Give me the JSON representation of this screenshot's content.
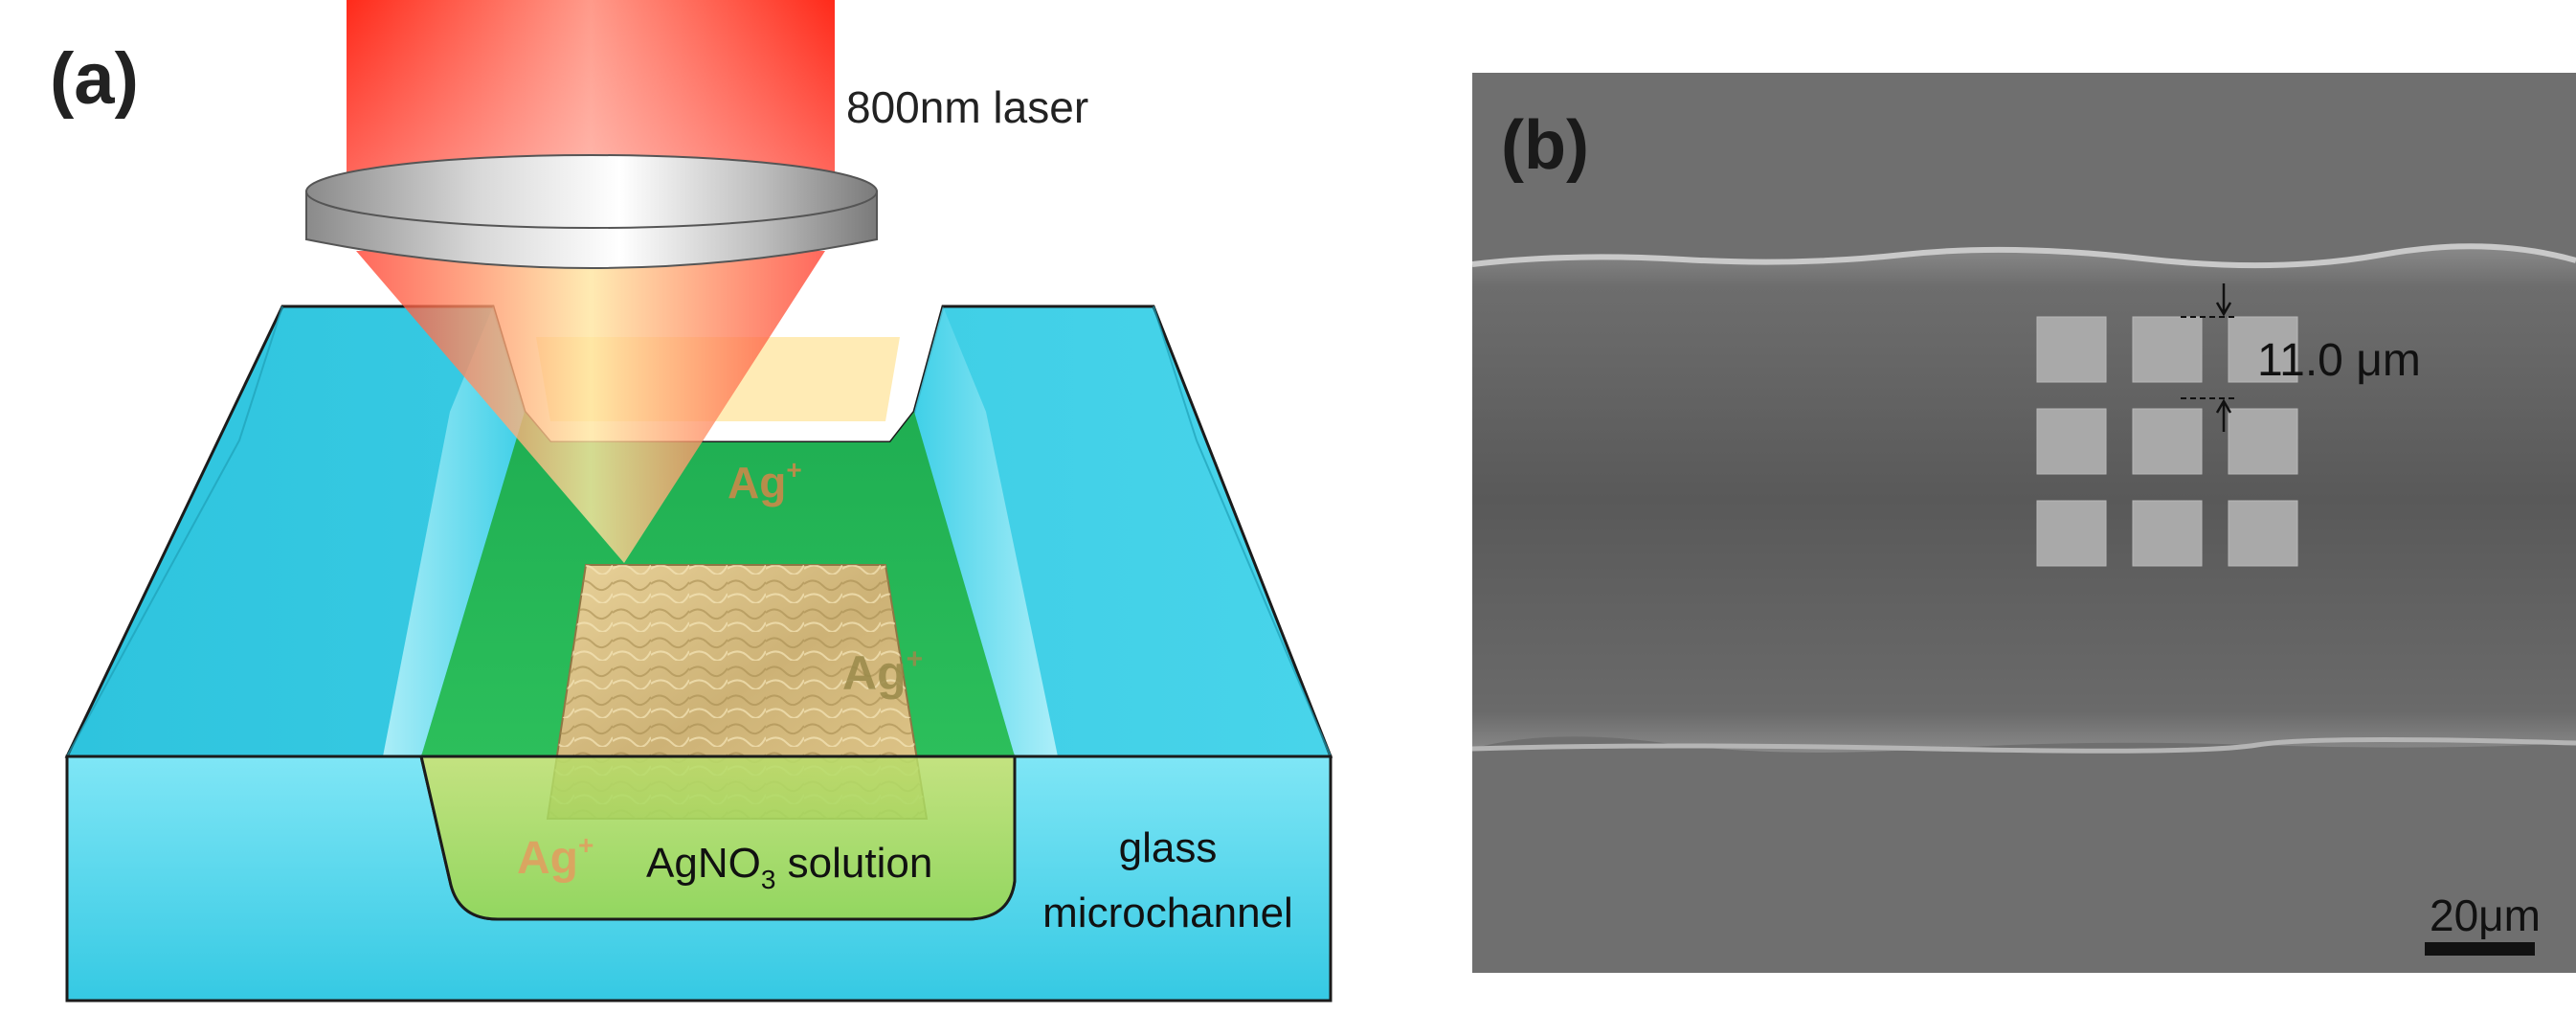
{
  "panel_a": {
    "label": "(a)",
    "laser_label": "800nm laser",
    "ion_label": "Ag",
    "ion_charge": "+",
    "solution_label_pre": "AgNO",
    "solution_label_sub": "3",
    "solution_label_post": " solution",
    "substrate_label_line1": "glass",
    "substrate_label_line2": "microchannel"
  },
  "panel_b": {
    "label": "(b)",
    "dimension_label": "11.0 μm",
    "scale_bar_label": "20μm",
    "pattern_rows": 3,
    "pattern_cols": 3
  },
  "colors": {
    "laser_red": "#ff3b30",
    "glass_cyan": "#3fd3ea",
    "solution_green": "#22b04f",
    "silver_film": "#d8bf86",
    "sem_gray": "#6e6e6e"
  }
}
